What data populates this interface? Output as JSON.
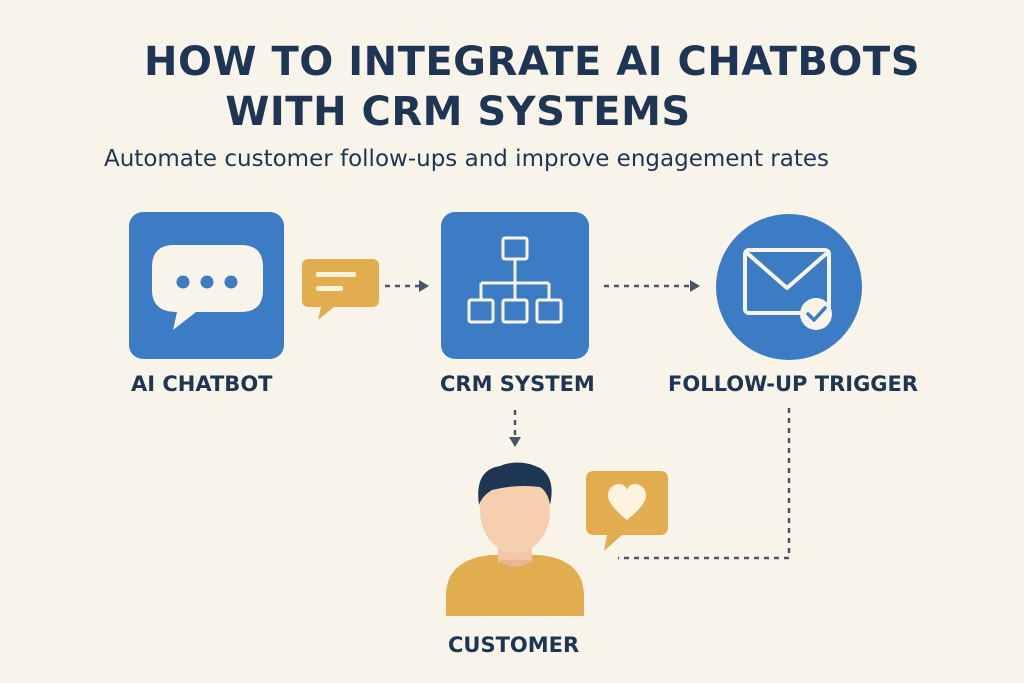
{
  "title_lines": [
    "HOW TO INTEGRATE AI CHATBOTS",
    "WITH CRM SYSTEMS"
  ],
  "subtitle": "Automate customer follow-ups and improve engagement rates",
  "nodes": {
    "chatbot": {
      "label": "AI CHATBOT",
      "icon": "chat-bubble-icon"
    },
    "crm": {
      "label": "CRM SYSTEM",
      "icon": "hierarchy-icon"
    },
    "trigger": {
      "label": "FOLLOW-UP TRIGGER",
      "icon": "envelope-check-icon"
    },
    "customer": {
      "label": "CUSTOMER",
      "icon": "person-icon"
    }
  },
  "colors": {
    "background": "#f9f4ea",
    "primary_blue": "#3b7cc4",
    "accent_gold": "#e2ad4f",
    "text_navy": "#1f3554",
    "connector_gray": "#4a5568"
  }
}
